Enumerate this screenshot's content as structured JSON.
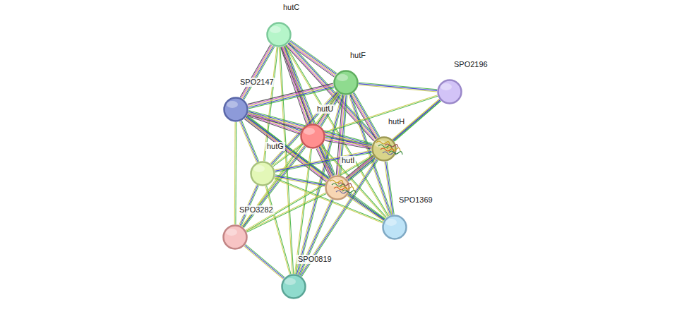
{
  "diagram": {
    "nodes": [
      {
        "text": [
          "hutC"
        ]
      },
      {
        "text": [
          "hutF"
        ]
      },
      {
        "text": [
          "SPO2196"
        ]
      },
      {
        "text": [
          "SPO2147"
        ]
      },
      {
        "text": [
          "hutU"
        ]
      },
      {
        "text": [
          "hutH"
        ]
      },
      {
        "text": [
          "hutG"
        ]
      },
      {
        "text": [
          "hutI"
        ]
      },
      {
        "text": [
          "SPO1369"
        ]
      },
      {
        "text": [
          "SPO3282"
        ]
      },
      {
        "text": [
          "SPO0819"
        ]
      }
    ],
    "edges": [
      {
        "from": 0,
        "to": 1,
        "arrow": "none"
      },
      {
        "from": 0,
        "to": 3,
        "arrow": "none"
      },
      {
        "from": 0,
        "to": 4,
        "arrow": "none"
      },
      {
        "from": 0,
        "to": 5,
        "arrow": "none"
      },
      {
        "from": 0,
        "to": 6,
        "arrow": "none"
      },
      {
        "from": 0,
        "to": 7,
        "arrow": "none"
      },
      {
        "from": 0,
        "to": 8,
        "arrow": "none"
      },
      {
        "from": 0,
        "to": 10,
        "arrow": "none"
      },
      {
        "from": 1,
        "to": 2,
        "arrow": "none"
      },
      {
        "from": 1,
        "to": 3,
        "arrow": "none"
      },
      {
        "from": 1,
        "to": 4,
        "arrow": "none"
      },
      {
        "from": 1,
        "to": 5,
        "arrow": "none"
      },
      {
        "from": 1,
        "to": 6,
        "arrow": "none"
      },
      {
        "from": 1,
        "to": 7,
        "arrow": "none"
      },
      {
        "from": 1,
        "to": 8,
        "arrow": "none"
      },
      {
        "from": 1,
        "to": 9,
        "arrow": "none"
      },
      {
        "from": 1,
        "to": 10,
        "arrow": "none"
      },
      {
        "from": 2,
        "to": 5,
        "arrow": "none"
      },
      {
        "from": 2,
        "to": 4,
        "arrow": "none"
      },
      {
        "from": 2,
        "to": 7,
        "arrow": "none"
      },
      {
        "from": 3,
        "to": 4,
        "arrow": "none"
      },
      {
        "from": 3,
        "to": 5,
        "arrow": "none"
      },
      {
        "from": 3,
        "to": 6,
        "arrow": "none"
      },
      {
        "from": 3,
        "to": 7,
        "arrow": "none"
      },
      {
        "from": 3,
        "to": 9,
        "arrow": "none"
      },
      {
        "from": 3,
        "to": 8,
        "arrow": "none"
      },
      {
        "from": 4,
        "to": 5,
        "arrow": "none"
      },
      {
        "from": 4,
        "to": 6,
        "arrow": "none"
      },
      {
        "from": 4,
        "to": 7,
        "arrow": "none"
      },
      {
        "from": 4,
        "to": 8,
        "arrow": "none"
      },
      {
        "from": 4,
        "to": 9,
        "arrow": "none"
      },
      {
        "from": 4,
        "to": 10,
        "arrow": "none"
      },
      {
        "from": 5,
        "to": 6,
        "arrow": "none"
      },
      {
        "from": 5,
        "to": 7,
        "arrow": "none"
      },
      {
        "from": 5,
        "to": 8,
        "arrow": "none"
      },
      {
        "from": 5,
        "to": 9,
        "arrow": "none"
      },
      {
        "from": 5,
        "to": 10,
        "arrow": "none"
      },
      {
        "from": 6,
        "to": 7,
        "arrow": "none"
      },
      {
        "from": 6,
        "to": 8,
        "arrow": "none"
      },
      {
        "from": 6,
        "to": 9,
        "arrow": "none"
      },
      {
        "from": 6,
        "to": 10,
        "arrow": "none"
      },
      {
        "from": 7,
        "to": 8,
        "arrow": "none"
      },
      {
        "from": 7,
        "to": 9,
        "arrow": "none"
      },
      {
        "from": 7,
        "to": 10,
        "arrow": "none"
      },
      {
        "from": 9,
        "to": 10,
        "arrow": "none"
      }
    ]
  }
}
